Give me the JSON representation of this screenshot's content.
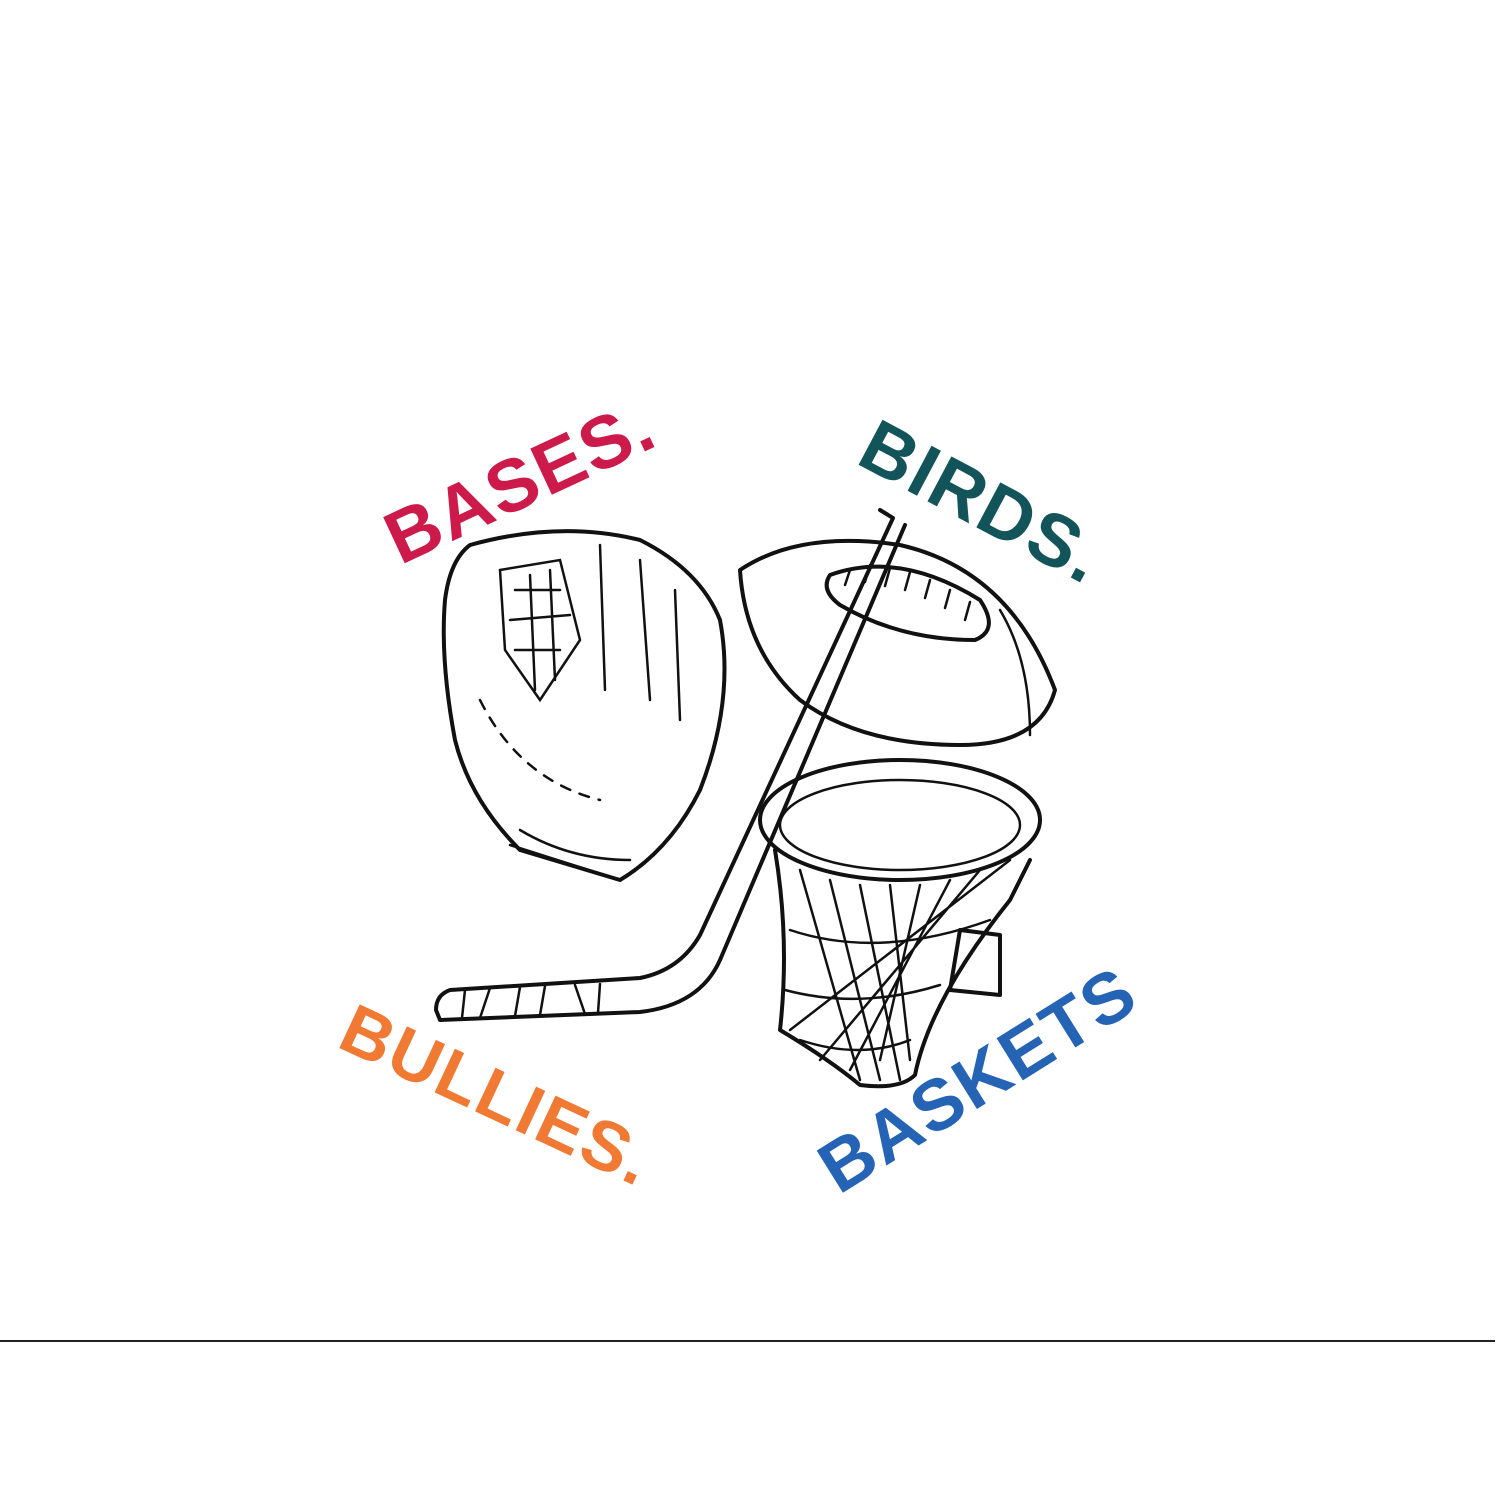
{
  "logo": {
    "words": [
      {
        "text": "BASES.",
        "color": "#cc1a4a"
      },
      {
        "text": "BIRDS.",
        "color": "#13545a"
      },
      {
        "text": "BULLIES.",
        "color": "#f07a34"
      },
      {
        "text": "BASKETS",
        "color": "#2563b5"
      }
    ],
    "icons": [
      "baseball-glove-icon",
      "football-icon",
      "hockey-stick-icon",
      "basketball-hoop-icon"
    ]
  }
}
